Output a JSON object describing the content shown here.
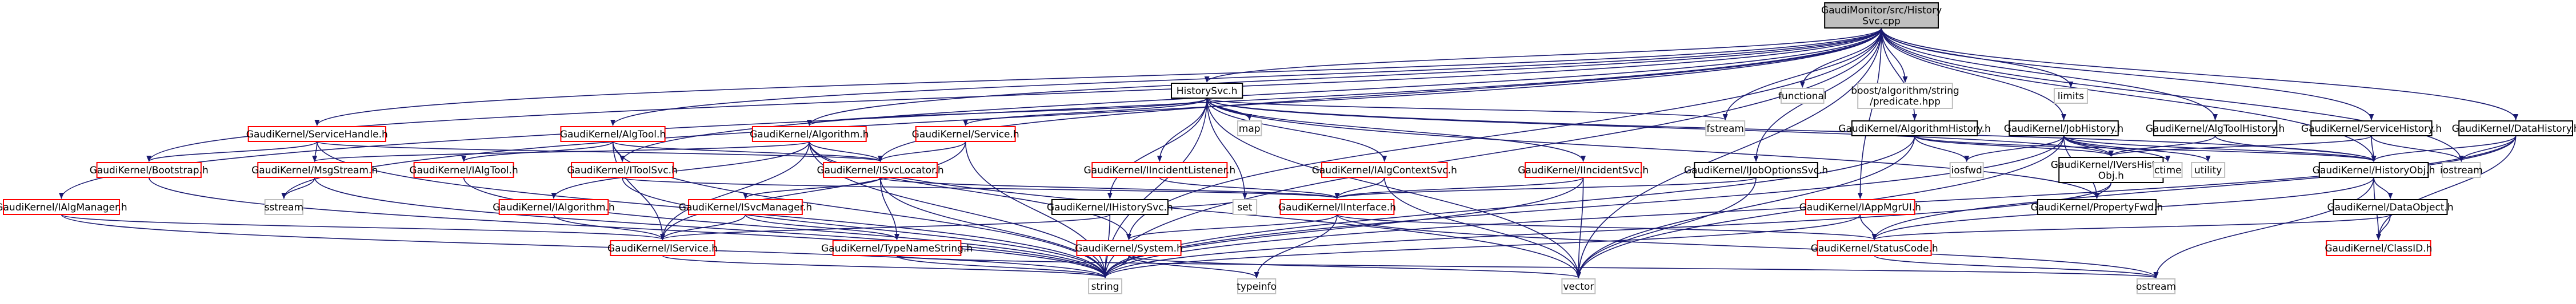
{
  "colors": {
    "root_fill": "#bfbfbf",
    "root_border": "#000000",
    "documented_border": "#000000",
    "undocumented_border": "#ff0000",
    "gray_border": "#bfbfbf",
    "edge": "#191970"
  },
  "nodes": [
    {
      "id": "root",
      "label": "GaudiMonitor/src/History\nSvc.cpp",
      "style": "root"
    },
    {
      "id": "functional",
      "label": "functional",
      "style": "gray"
    },
    {
      "id": "boostalg",
      "label": "boost/algorithm/string\n/predicate.hpp",
      "style": "gray"
    },
    {
      "id": "limits",
      "label": "limits",
      "style": "gray"
    },
    {
      "id": "historysvc_h",
      "label": "HistorySvc.h",
      "style": "black"
    },
    {
      "id": "map",
      "label": "map",
      "style": "gray"
    },
    {
      "id": "fstream",
      "label": "fstream",
      "style": "gray"
    },
    {
      "id": "svchandle",
      "label": "GaudiKernel/ServiceHandle.h",
      "style": "red"
    },
    {
      "id": "algtool_h",
      "label": "GaudiKernel/AlgTool.h",
      "style": "red"
    },
    {
      "id": "algorithm_h",
      "label": "GaudiKernel/Algorithm.h",
      "style": "red"
    },
    {
      "id": "service_h",
      "label": "GaudiKernel/Service.h",
      "style": "red"
    },
    {
      "id": "alghistory",
      "label": "GaudiKernel/AlgorithmHistory.h",
      "style": "black"
    },
    {
      "id": "jobhistory",
      "label": "GaudiKernel/JobHistory.h",
      "style": "black"
    },
    {
      "id": "algtoolhistory",
      "label": "GaudiKernel/AlgToolHistory.h",
      "style": "black"
    },
    {
      "id": "servicehistory",
      "label": "GaudiKernel/ServiceHistory.h",
      "style": "black"
    },
    {
      "id": "datahistory",
      "label": "GaudiKernel/DataHistory.h",
      "style": "black"
    },
    {
      "id": "bootstrap",
      "label": "GaudiKernel/Bootstrap.h",
      "style": "red"
    },
    {
      "id": "msgstream",
      "label": "GaudiKernel/MsgStream.h",
      "style": "red"
    },
    {
      "id": "ialgtool",
      "label": "GaudiKernel/IAlgTool.h",
      "style": "red"
    },
    {
      "id": "itoolsvc",
      "label": "GaudiKernel/IToolSvc.h",
      "style": "red"
    },
    {
      "id": "isvclocator",
      "label": "GaudiKernel/ISvcLocator.h",
      "style": "red"
    },
    {
      "id": "iincidentlistener",
      "label": "GaudiKernel/IIncidentListener.h",
      "style": "red"
    },
    {
      "id": "ialgcontextsvc",
      "label": "GaudiKernel/IAlgContextSvc.h",
      "style": "red"
    },
    {
      "id": "iincidentsvc",
      "label": "GaudiKernel/IIncidentSvc.h",
      "style": "red"
    },
    {
      "id": "ijoboptionssvc",
      "label": "GaudiKernel/IJobOptionsSvc.h",
      "style": "black"
    },
    {
      "id": "iosfwd",
      "label": "iosfwd",
      "style": "gray"
    },
    {
      "id": "iversionedhistory",
      "label": "GaudiKernel/IVersHistory\nObj.h",
      "style": "black"
    },
    {
      "id": "ctime",
      "label": "ctime",
      "style": "gray"
    },
    {
      "id": "utility",
      "label": "utility",
      "style": "gray"
    },
    {
      "id": "historyobj",
      "label": "GaudiKernel/HistoryObj.h",
      "style": "black"
    },
    {
      "id": "iostream",
      "label": "iostream",
      "style": "gray"
    },
    {
      "id": "ialgmanager",
      "label": "GaudiKernel/IAlgManager.h",
      "style": "red"
    },
    {
      "id": "sstream",
      "label": "sstream",
      "style": "gray"
    },
    {
      "id": "ialgorithm",
      "label": "GaudiKernel/IAlgorithm.h",
      "style": "red"
    },
    {
      "id": "isvcmanager",
      "label": "GaudiKernel/ISvcManager.h",
      "style": "red"
    },
    {
      "id": "ihistorysvc",
      "label": "GaudiKernel/IHistorySvc.h",
      "style": "black"
    },
    {
      "id": "set",
      "label": "set",
      "style": "gray"
    },
    {
      "id": "iinterface",
      "label": "GaudiKernel/IInterface.h",
      "style": "red"
    },
    {
      "id": "iappmgrui",
      "label": "GaudiKernel/IAppMgrUI.h",
      "style": "red"
    },
    {
      "id": "propertyfwd",
      "label": "GaudiKernel/PropertyFwd.h",
      "style": "black"
    },
    {
      "id": "dataobject",
      "label": "GaudiKernel/DataObject.h",
      "style": "black"
    },
    {
      "id": "iservice",
      "label": "GaudiKernel/IService.h",
      "style": "red"
    },
    {
      "id": "typenamestring",
      "label": "GaudiKernel/TypeNameString.h",
      "style": "red"
    },
    {
      "id": "system_h",
      "label": "GaudiKernel/System.h",
      "style": "red"
    },
    {
      "id": "statuscode",
      "label": "GaudiKernel/StatusCode.h",
      "style": "red"
    },
    {
      "id": "classid",
      "label": "GaudiKernel/ClassID.h",
      "style": "red"
    },
    {
      "id": "string",
      "label": "string",
      "style": "gray"
    },
    {
      "id": "typeinfo",
      "label": "typeinfo",
      "style": "gray"
    },
    {
      "id": "vector",
      "label": "vector",
      "style": "gray"
    },
    {
      "id": "ostream",
      "label": "ostream",
      "style": "gray"
    }
  ],
  "edges": [
    [
      "root",
      "functional"
    ],
    [
      "root",
      "boostalg"
    ],
    [
      "root",
      "limits"
    ],
    [
      "root",
      "historysvc_h"
    ],
    [
      "root",
      "fstream"
    ],
    [
      "root",
      "svchandle"
    ],
    [
      "root",
      "algtool_h"
    ],
    [
      "root",
      "algorithm_h"
    ],
    [
      "root",
      "alghistory"
    ],
    [
      "root",
      "jobhistory"
    ],
    [
      "root",
      "algtoolhistory"
    ],
    [
      "root",
      "servicehistory"
    ],
    [
      "root",
      "datahistory"
    ],
    [
      "root",
      "bootstrap"
    ],
    [
      "root",
      "ialgmanager"
    ],
    [
      "root",
      "iappmgrui"
    ],
    [
      "root",
      "isvclocator"
    ],
    [
      "root",
      "itoolsvc"
    ],
    [
      "root",
      "ijoboptionssvc"
    ],
    [
      "root",
      "iostream"
    ],
    [
      "root",
      "sstream"
    ],
    [
      "root",
      "string"
    ],
    [
      "root",
      "system_h"
    ],
    [
      "root",
      "vector"
    ],
    [
      "root",
      "historyobj"
    ],
    [
      "historysvc_h",
      "map"
    ],
    [
      "historysvc_h",
      "fstream"
    ],
    [
      "historysvc_h",
      "service_h"
    ],
    [
      "historysvc_h",
      "algorithm_h"
    ],
    [
      "historysvc_h",
      "iincidentlistener"
    ],
    [
      "historysvc_h",
      "ialgcontextsvc"
    ],
    [
      "historysvc_h",
      "iincidentsvc"
    ],
    [
      "historysvc_h",
      "ihistorysvc"
    ],
    [
      "historysvc_h",
      "set"
    ],
    [
      "historysvc_h",
      "string"
    ],
    [
      "historysvc_h",
      "vector"
    ],
    [
      "historysvc_h",
      "iversionedhistory"
    ],
    [
      "historysvc_h",
      "propertyfwd"
    ],
    [
      "historysvc_h",
      "historyobj"
    ],
    [
      "svchandle",
      "bootstrap"
    ],
    [
      "svchandle",
      "msgstream"
    ],
    [
      "svchandle",
      "isvclocator"
    ],
    [
      "svchandle",
      "string"
    ],
    [
      "algtool_h",
      "ialgtool"
    ],
    [
      "algtool_h",
      "itoolsvc"
    ],
    [
      "algtool_h",
      "isvclocator"
    ],
    [
      "algtool_h",
      "iservice"
    ],
    [
      "algtool_h",
      "string"
    ],
    [
      "algorithm_h",
      "isvclocator"
    ],
    [
      "algorithm_h",
      "ialgorithm"
    ],
    [
      "algorithm_h",
      "iservice"
    ],
    [
      "algorithm_h",
      "msgstream"
    ],
    [
      "algorithm_h",
      "system_h"
    ],
    [
      "algorithm_h",
      "string"
    ],
    [
      "algorithm_h",
      "vector"
    ],
    [
      "service_h",
      "isvclocator"
    ],
    [
      "service_h",
      "iservice"
    ],
    [
      "service_h",
      "string"
    ],
    [
      "alghistory",
      "historyobj"
    ],
    [
      "alghistory",
      "iversionedhistory"
    ],
    [
      "alghistory",
      "iosfwd"
    ],
    [
      "alghistory",
      "string"
    ],
    [
      "alghistory",
      "vector"
    ],
    [
      "jobhistory",
      "historyobj"
    ],
    [
      "jobhistory",
      "iversionedhistory"
    ],
    [
      "jobhistory",
      "iosfwd"
    ],
    [
      "jobhistory",
      "ctime"
    ],
    [
      "jobhistory",
      "utility"
    ],
    [
      "jobhistory",
      "string"
    ],
    [
      "jobhistory",
      "vector"
    ],
    [
      "jobhistory",
      "propertyfwd"
    ],
    [
      "algtoolhistory",
      "historyobj"
    ],
    [
      "algtoolhistory",
      "iversionedhistory"
    ],
    [
      "servicehistory",
      "historyobj"
    ],
    [
      "servicehistory",
      "iversionedhistory"
    ],
    [
      "servicehistory",
      "iostream"
    ],
    [
      "datahistory",
      "historyobj"
    ],
    [
      "datahistory",
      "statuscode"
    ],
    [
      "datahistory",
      "classid"
    ],
    [
      "datahistory",
      "string"
    ],
    [
      "datahistory",
      "iostream"
    ],
    [
      "bootstrap",
      "string"
    ],
    [
      "msgstream",
      "sstream"
    ],
    [
      "msgstream",
      "string"
    ],
    [
      "ialgtool",
      "string"
    ],
    [
      "itoolsvc",
      "iinterface"
    ],
    [
      "itoolsvc",
      "string"
    ],
    [
      "isvclocator",
      "iinterface"
    ],
    [
      "isvclocator",
      "isvcmanager"
    ],
    [
      "isvclocator",
      "typenamestring"
    ],
    [
      "isvclocator",
      "string"
    ],
    [
      "iincidentlistener",
      "iinterface"
    ],
    [
      "ialgcontextsvc",
      "iinterface"
    ],
    [
      "ialgcontextsvc",
      "vector"
    ],
    [
      "iincidentsvc",
      "iinterface"
    ],
    [
      "iincidentsvc",
      "string"
    ],
    [
      "iincidentsvc",
      "vector"
    ],
    [
      "ijoboptionssvc",
      "iinterface"
    ],
    [
      "ijoboptionssvc",
      "vector"
    ],
    [
      "iversionedhistory",
      "propertyfwd"
    ],
    [
      "iversionedhistory",
      "string"
    ],
    [
      "historyobj",
      "statuscode"
    ],
    [
      "historyobj",
      "dataobject"
    ],
    [
      "historyobj",
      "classid"
    ],
    [
      "historyobj",
      "ostream"
    ],
    [
      "ialgmanager",
      "iservice"
    ],
    [
      "ialgmanager",
      "string"
    ],
    [
      "ialgorithm",
      "iservice"
    ],
    [
      "isvcmanager",
      "iservice"
    ],
    [
      "isvcmanager",
      "typenamestring"
    ],
    [
      "ihistorysvc",
      "iservice"
    ],
    [
      "ihistorysvc",
      "set"
    ],
    [
      "ihistorysvc",
      "string"
    ],
    [
      "iinterface",
      "system_h"
    ],
    [
      "iinterface",
      "statuscode"
    ],
    [
      "iinterface",
      "typeinfo"
    ],
    [
      "iinterface",
      "ostream"
    ],
    [
      "iappmgrui",
      "statuscode"
    ],
    [
      "iappmgrui",
      "string"
    ],
    [
      "dataobject",
      "statuscode"
    ],
    [
      "dataobject",
      "classid"
    ],
    [
      "iservice",
      "string"
    ],
    [
      "typenamestring",
      "string"
    ],
    [
      "typenamestring",
      "ostream"
    ],
    [
      "system_h",
      "string"
    ],
    [
      "system_h",
      "typeinfo"
    ],
    [
      "system_h",
      "vector"
    ],
    [
      "statuscode",
      "ostream"
    ]
  ]
}
